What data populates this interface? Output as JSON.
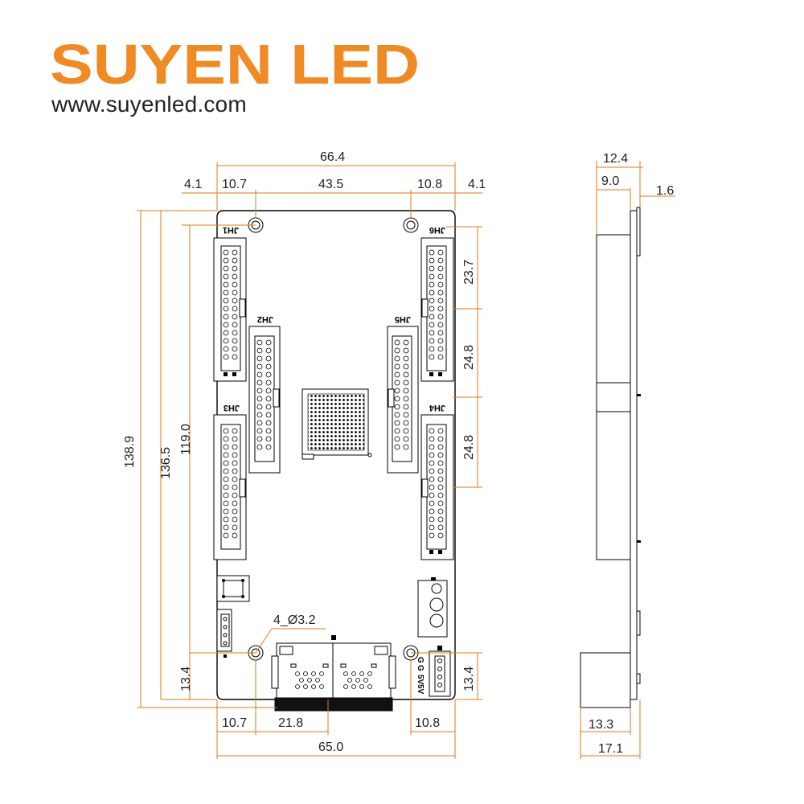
{
  "brand": {
    "name": "SUYEN LED",
    "website": "www.suyenled.com",
    "color": "#f08a24"
  },
  "front_view": {
    "dims_top": {
      "overall_width": "66.4",
      "left_edge": "4.1",
      "left_hole": "10.7",
      "hole_span": "43.5",
      "right_hole": "10.8",
      "right_edge": "4.1"
    },
    "dims_left": {
      "total_height": "138.9",
      "board_height": "136.5",
      "hole_height": "119.0",
      "bottom_hole": "13.4"
    },
    "dims_right": {
      "jh6_span": "23.7",
      "jh6_jh5": "24.8",
      "jh5_jh4": "24.8",
      "bottom_connector": "13.4"
    },
    "dims_bottom": {
      "left_hole": "10.7",
      "port_span": "21.8",
      "right_hole": "10.8",
      "board_width": "65.0"
    },
    "hole_note": "4_Ø3.2",
    "connectors": [
      "JH1",
      "JH2",
      "JH3",
      "JH4",
      "JH5",
      "JH6"
    ],
    "power_pins": [
      "G",
      "G",
      "5V",
      "5V"
    ]
  },
  "side_view": {
    "dims_top": {
      "total": "12.4",
      "board_plus": "9.0",
      "pcb": "1.6"
    },
    "dims_bottom": {
      "port_depth": "13.3",
      "total_depth": "17.1"
    }
  }
}
